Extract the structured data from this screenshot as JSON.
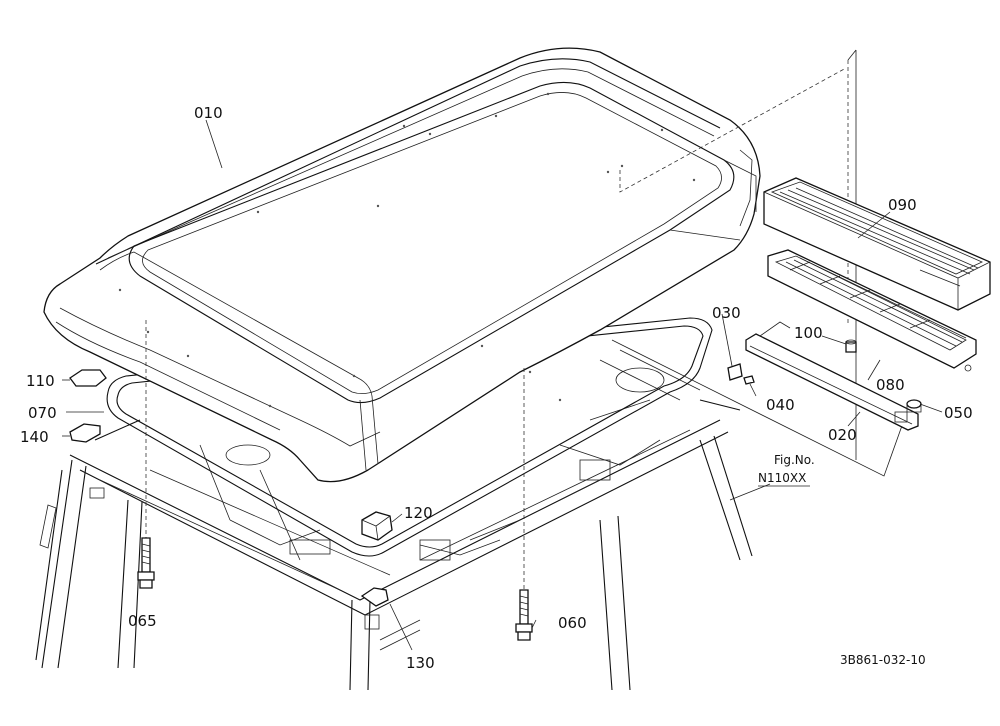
{
  "parts": {
    "p010": "010",
    "p020": "020",
    "p030": "030",
    "p040": "040",
    "p050": "050",
    "p060": "060",
    "p065": "065",
    "p070": "070",
    "p080": "080",
    "p090": "090",
    "p100": "100",
    "p110": "110",
    "p120": "120",
    "p130": "130",
    "p140": "140"
  },
  "reference": {
    "fig_label": "Fig.No.",
    "fig_number": "N110XX"
  },
  "drawing_code": "3B861-032-10"
}
